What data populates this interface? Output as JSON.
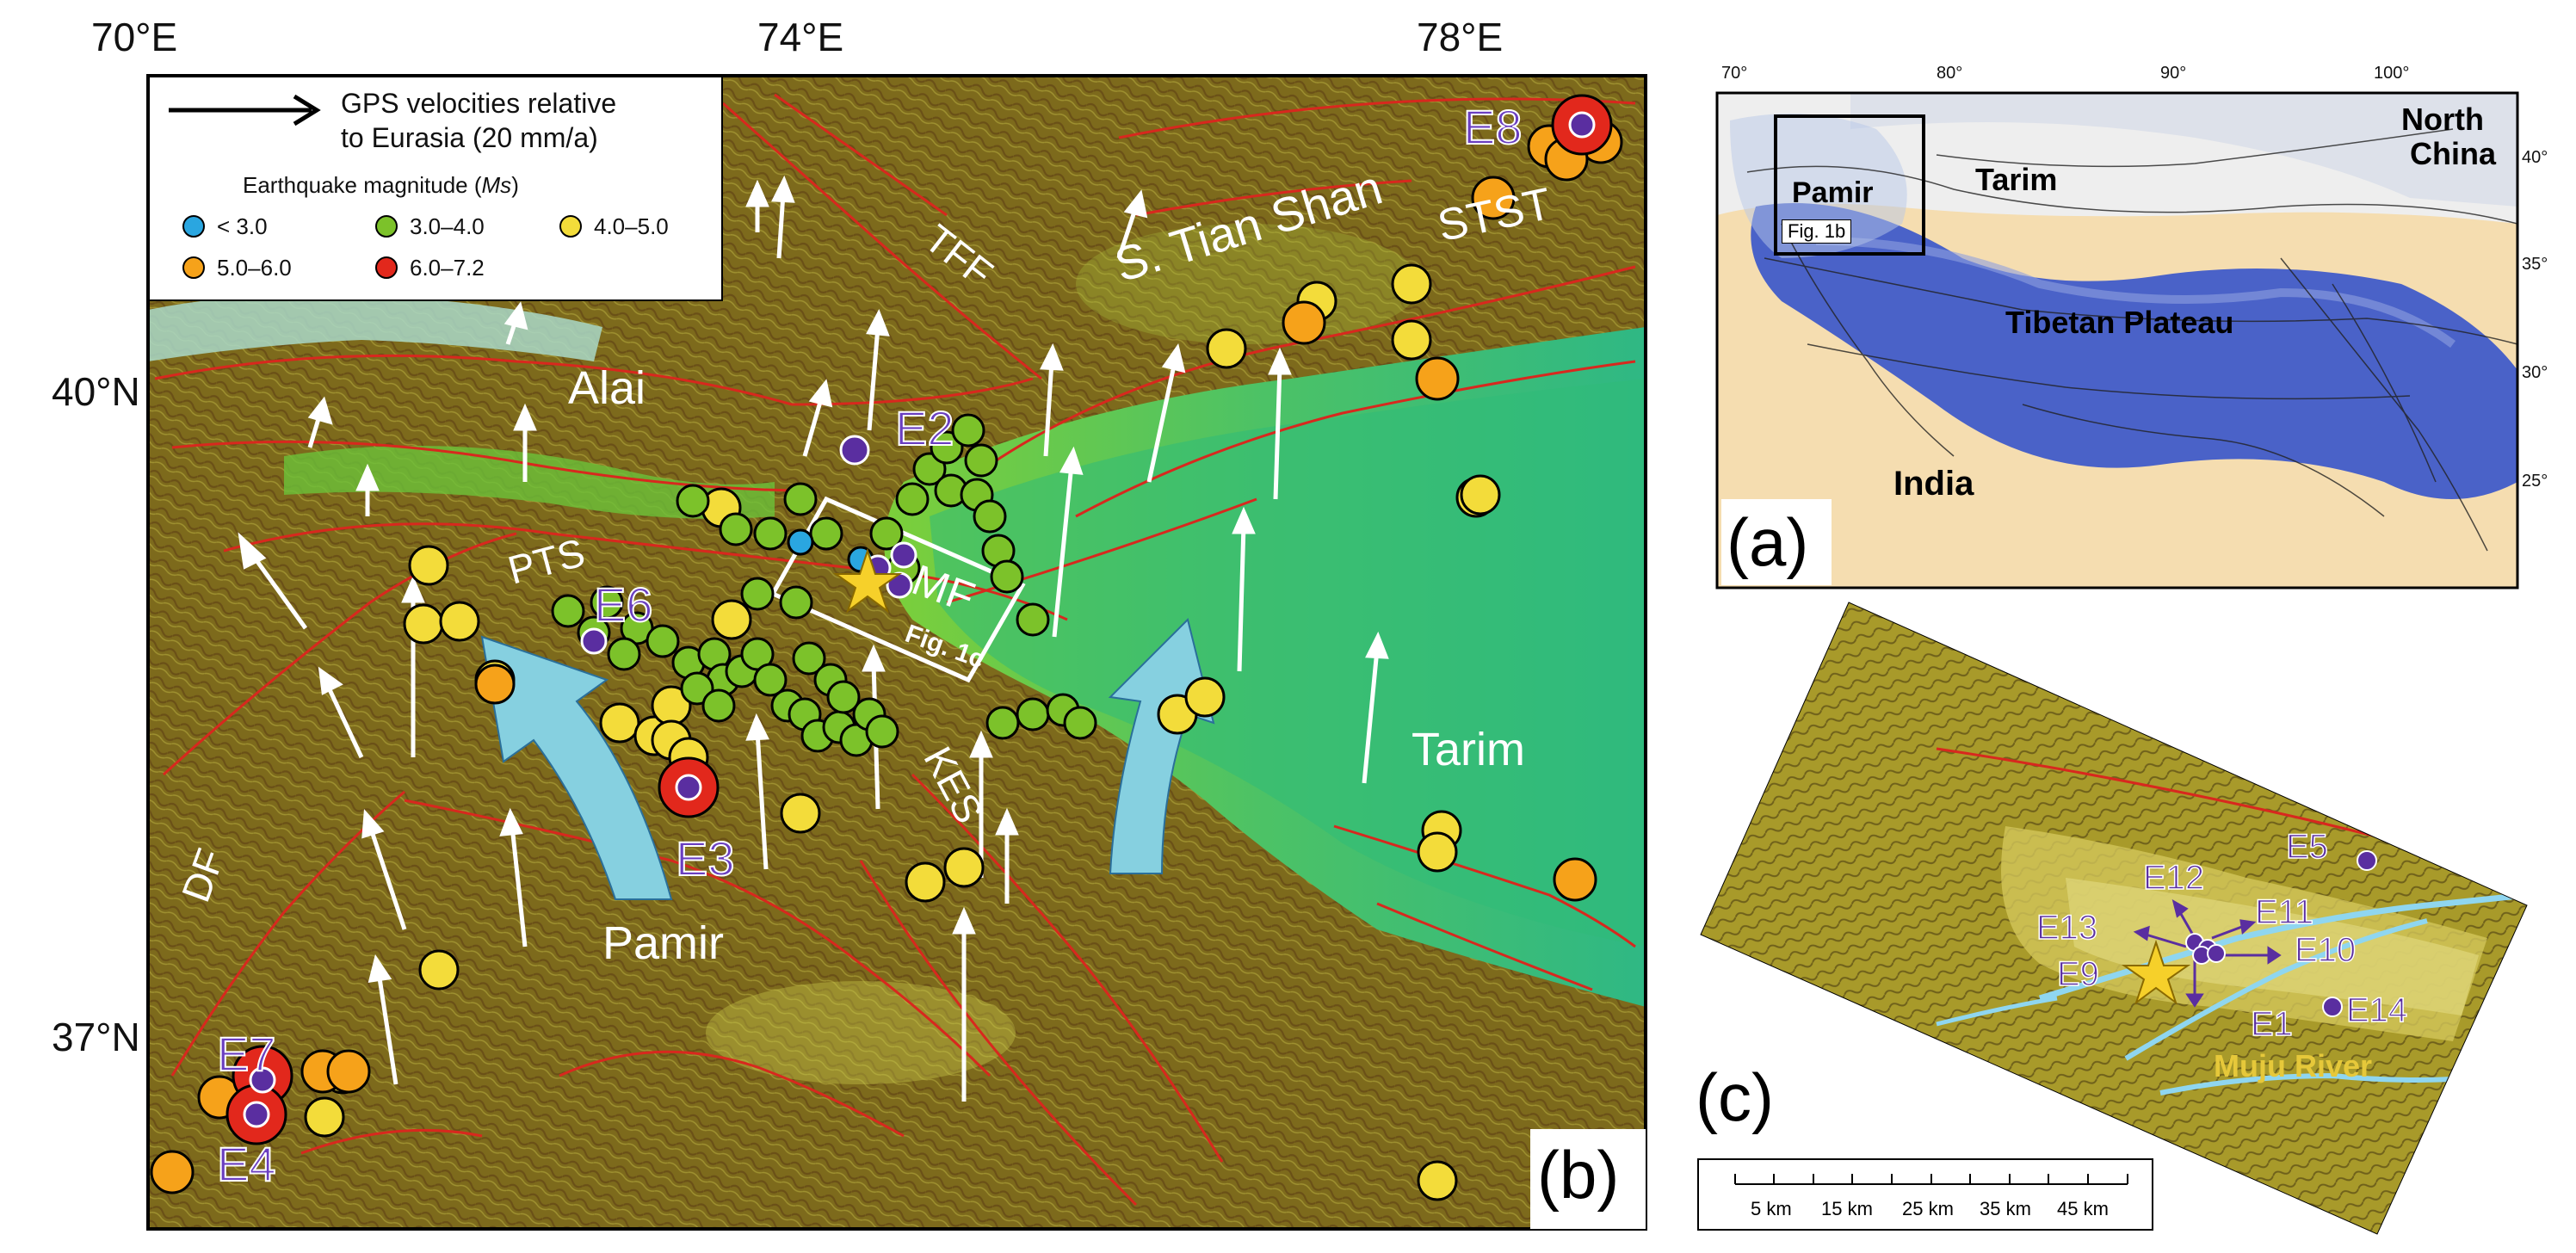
{
  "panel_b": {
    "lon_labels": [
      "70°E",
      "74°E",
      "78°E"
    ],
    "lat_labels": [
      "40°N",
      "37°N"
    ],
    "panel_letter": "(b)",
    "legend": {
      "gps_label_line1": "GPS velocities relative",
      "gps_label_line2": "to Eurasia (20 mm/a)",
      "mag_title": "Earthquake magnitude (",
      "mag_title_italic": "Ms",
      "mag_title_close": ")",
      "classes": [
        {
          "label": "< 3.0",
          "color": "#2aa6e0"
        },
        {
          "label": "3.0–4.0",
          "color": "#7cc22a"
        },
        {
          "label": "4.0–5.0",
          "color": "#f3dc3a"
        },
        {
          "label": "5.0–6.0",
          "color": "#f6a21a"
        },
        {
          "label": "6.0–7.2",
          "color": "#e2281c"
        }
      ]
    },
    "place_labels": {
      "alai": "Alai",
      "pts": "PTS",
      "tff": "TFF",
      "s_tian_shan": "S. Tian Shan",
      "stst": "STST",
      "mf": "MF",
      "fig1c": "Fig. 1c",
      "kes": "KES",
      "tarim": "Tarim",
      "pamir": "Pamir",
      "df": "DF"
    },
    "events": {
      "e2": "E2",
      "e3": "E3",
      "e4": "E4",
      "e6": "E6",
      "e7": "E7",
      "e8": "E8"
    }
  },
  "panel_a": {
    "lon_labels": [
      "70°",
      "80°",
      "90°",
      "100°"
    ],
    "lat_labels": [
      "40°",
      "35°",
      "30°",
      "25°"
    ],
    "panel_letter": "(a)",
    "place_labels": {
      "pamir": "Pamir",
      "fig1b": "Fig. 1b",
      "tarim": "Tarim",
      "north_china_1": "North",
      "north_china_2": "China",
      "tibetan_plateau": "Tibetan Plateau",
      "india": "India"
    }
  },
  "panel_c": {
    "panel_letter": "(c)",
    "events": [
      "E5",
      "E12",
      "E11",
      "E13",
      "E10",
      "E9",
      "E1",
      "E14"
    ],
    "river_label": "Muju River",
    "scale_labels": [
      "5 km",
      "15 km",
      "25 km",
      "35 km",
      "45 km"
    ]
  },
  "colors": {
    "fault": "#d8281e",
    "river": "#8fd6f0",
    "event": "#5a2ea0",
    "arrow_big": "#86d0e0",
    "tibet_blue": "#4a62c8",
    "star": "#f6d02a"
  }
}
